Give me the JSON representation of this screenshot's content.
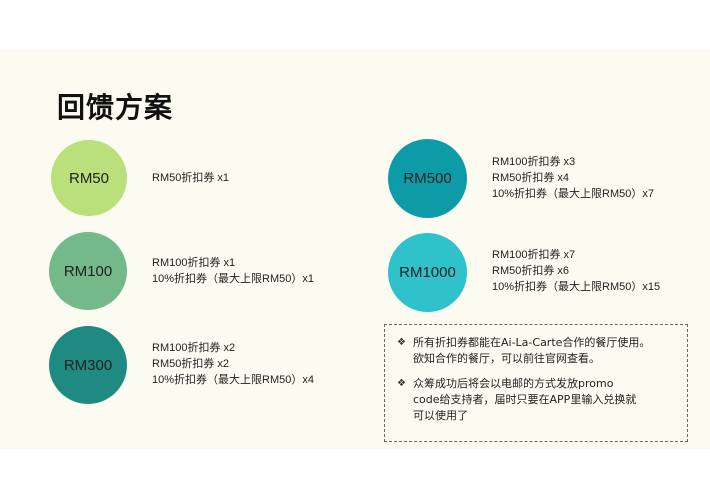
{
  "title": "回馈方案",
  "colors": {
    "slide_background": "#fcfbf1",
    "rm50": "#b9e07a",
    "rm100": "#74b98a",
    "rm300": "#1f8a82",
    "rm500": "#0e9ba8",
    "rm1000": "#30c2cb"
  },
  "tiers": [
    {
      "label": "RM50",
      "rewards": [
        "RM50折扣券 x1"
      ]
    },
    {
      "label": "RM100",
      "rewards": [
        "RM100折扣券 x1",
        "10%折扣券（最大上限RM50）x1"
      ]
    },
    {
      "label": "RM300",
      "rewards": [
        "RM100折扣券 x2",
        "RM50折扣券 x2",
        "10%折扣券（最大上限RM50）x4"
      ]
    },
    {
      "label": "RM500",
      "rewards": [
        "RM100折扣券 x3",
        "RM50折扣券 x4",
        "10%折扣券（最大上限RM50）x7"
      ]
    },
    {
      "label": "RM1000",
      "rewards": [
        "RM100折扣券 x7",
        "RM50折扣券 x6",
        "10%折扣券（最大上限RM50）x15"
      ]
    }
  ],
  "notes": {
    "bullet_icon": "diamond-bullet-icon",
    "items": [
      {
        "lines": [
          "所有折扣券都能在Ai-La-Carte合作的餐厅使用。",
          "欲知合作的餐厅，可以前往官网查看。"
        ]
      },
      {
        "lines": [
          "众筹成功后将会以电邮的方式发放promo",
          "code给支持者，届时只要在APP里输入兑换就",
          "可以使用了"
        ]
      }
    ]
  }
}
